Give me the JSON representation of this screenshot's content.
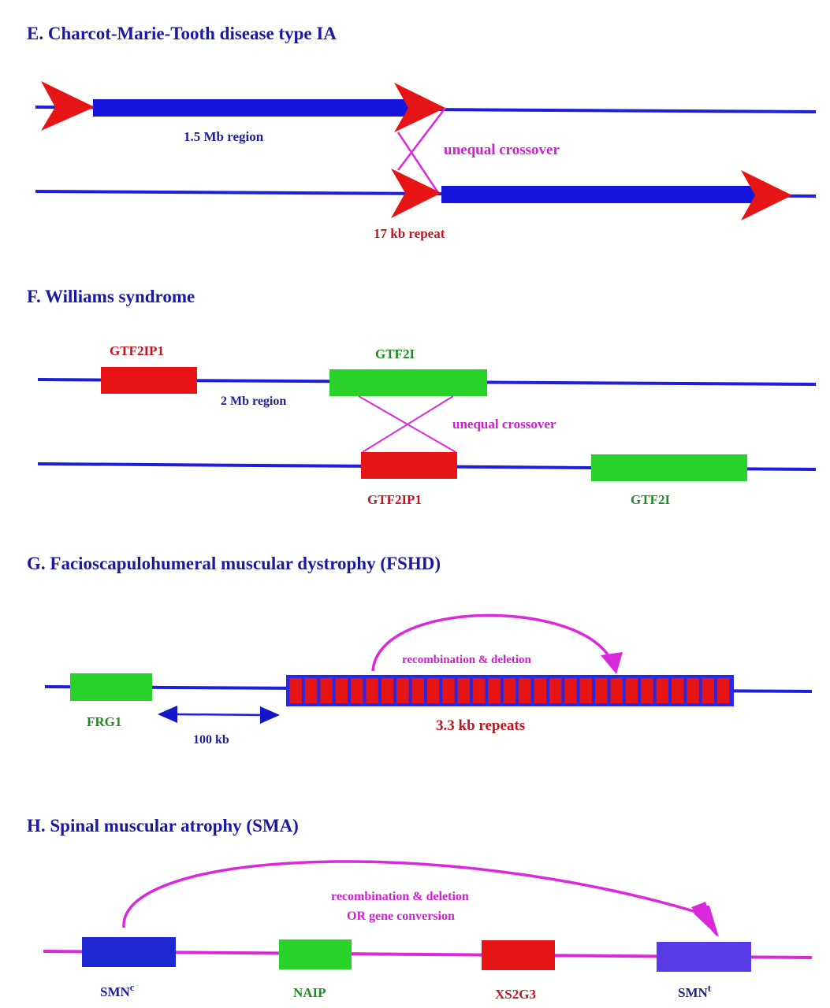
{
  "colors": {
    "title": "#1a1aa0",
    "chromosome_line": "#1e1edc",
    "region_bar": "#1414dc",
    "repeat_arrow": "#e61414",
    "crossover": "#dc28dc",
    "gene_red": "#e61414",
    "gene_green": "#28d228",
    "gene_blue": "#1e28d2",
    "gene_purple": "#5a3ce6",
    "sma_line": "#dc28dc"
  },
  "panels": {
    "E": {
      "title": "E. Charcot-Marie-Tooth disease type IA",
      "region_label": "1.5 Mb region",
      "crossover_label": "unequal crossover",
      "repeat_label": "17 kb repeat"
    },
    "F": {
      "title": "F. Williams syndrome",
      "region_label": "2 Mb region",
      "crossover_label": "unequal crossover",
      "top_genes": [
        "GTF2IP1",
        "GTF2I"
      ],
      "bottom_genes": [
        "GTF2IP1",
        "GTF2I"
      ]
    },
    "G": {
      "title": "G. Facioscapulohumeral muscular dystrophy (FSHD)",
      "gene": "FRG1",
      "distance_label": "100 kb",
      "repeats_label": "3.3  kb repeats",
      "arrow_label": "recombination & deletion",
      "repeat_count": 29
    },
    "H": {
      "title": "H. Spinal muscular atrophy (SMA)",
      "arrow_label_line1": "recombination & deletion",
      "arrow_label_line2": "OR gene conversion",
      "genes": [
        {
          "base": "SMN",
          "sup": "c"
        },
        {
          "base": "NAIP",
          "sup": ""
        },
        {
          "base": "XS2G3",
          "sup": ""
        },
        {
          "base": "SMN",
          "sup": "t"
        }
      ]
    }
  }
}
